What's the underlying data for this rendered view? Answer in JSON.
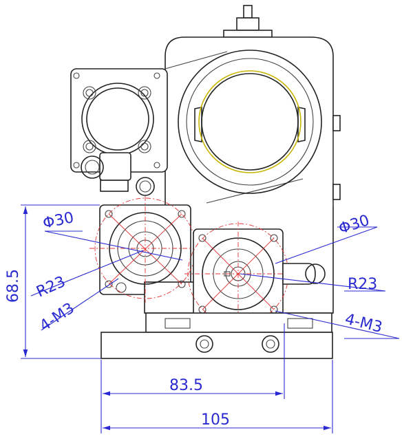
{
  "dimensions": {
    "height": "68.5",
    "width_inner": "83.5",
    "width_outer": "105"
  },
  "labels": {
    "dia_left": "Φ30",
    "dia_right": "Φ30",
    "radius_left": "R23",
    "radius_right": "R23",
    "thread_left": "4-M3",
    "thread_right": "4-M3"
  },
  "colors": {
    "outline": "#222222",
    "centerline": "#e03030",
    "dimension": "#2a2ad0",
    "ring_accent": "#c8b400"
  }
}
